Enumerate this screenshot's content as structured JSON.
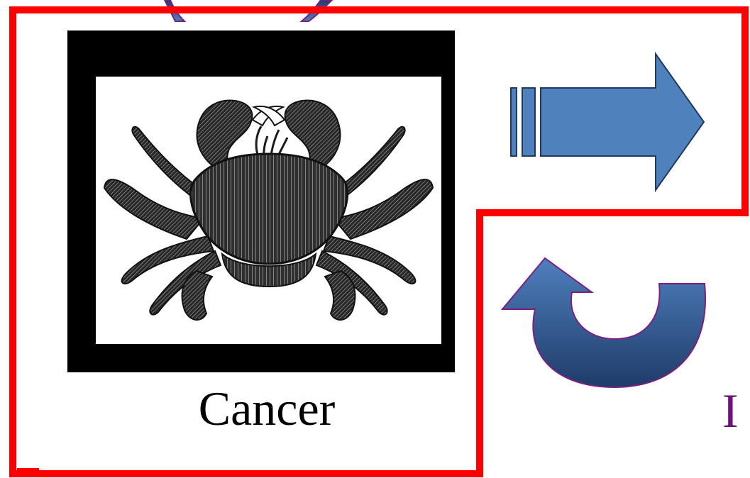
{
  "labels": {
    "left_caption": "Cancer",
    "right_partial_caption": "I"
  },
  "colors": {
    "outline": "#ff0000",
    "arrow": "#4f81bd",
    "arrow_outline": "#1f3864",
    "cycle_arrow_top": "#4f7fbd",
    "cycle_arrow_bottom": "#1f3c69",
    "cycle_outline": "#7a1f84",
    "right_caption": "#70107a"
  },
  "icons": {
    "crab": "crab-illustration",
    "forward": "right-arrow-icon",
    "cycle": "curved-return-arrow-icon",
    "top_partial": "curved-arrow-fragment-icon"
  }
}
